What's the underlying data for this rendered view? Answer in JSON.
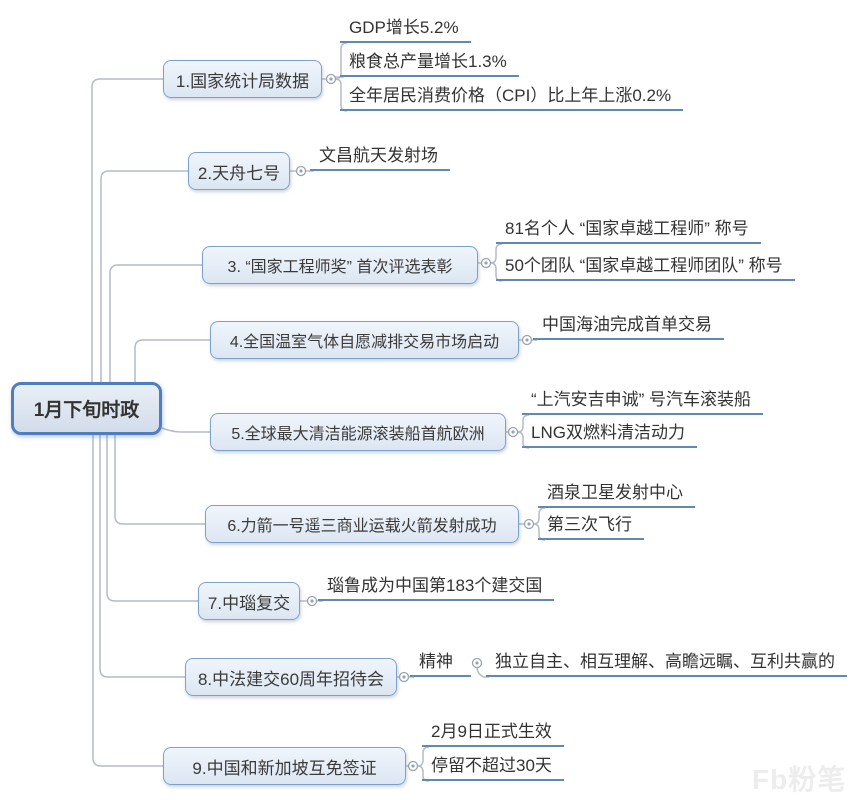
{
  "root": {
    "label": "1月下旬时政"
  },
  "watermark": "Fb粉笔",
  "colors": {
    "root_border": "#4d7ec0",
    "topic_border": "#7ca2cc",
    "topic_fill": "#dce6f2",
    "leaf_underline": "#6288b8",
    "connector": "#b4bcc8",
    "text": "#3a3a3a"
  },
  "branches": [
    {
      "label": "1.国家统计局数据",
      "children": [
        {
          "text": "GDP增长5.2%"
        },
        {
          "text": "粮食总产量增长1.3%"
        },
        {
          "text": "全年居民消费价格（CPI）比上年上涨0.2%"
        }
      ]
    },
    {
      "label": "2.天舟七号",
      "children": [
        {
          "text": "文昌航天发射场"
        }
      ]
    },
    {
      "label": "3. “国家工程师奖” 首次评选表彰",
      "children": [
        {
          "text": "81名个人 “国家卓越工程师” 称号"
        },
        {
          "text": "50个团队 “国家卓越工程师团队” 称号"
        }
      ]
    },
    {
      "label": "4.全国温室气体自愿减排交易市场启动",
      "children": [
        {
          "text": "中国海油完成首单交易"
        }
      ]
    },
    {
      "label": "5.全球最大清洁能源滚装船首航欧洲",
      "children": [
        {
          "text": "“上汽安吉申诚” 号汽车滚装船"
        },
        {
          "text": "LNG双燃料清洁动力"
        }
      ]
    },
    {
      "label": "6.力箭一号遥三商业运载火箭发射成功",
      "children": [
        {
          "text": "酒泉卫星发射中心"
        },
        {
          "text": "第三次飞行"
        }
      ]
    },
    {
      "label": "7.中瑙复交",
      "children": [
        {
          "text": "瑙鲁成为中国第183个建交国"
        }
      ]
    },
    {
      "label": "8.中法建交60周年招待会",
      "children": [
        {
          "text": "精神",
          "children": [
            {
              "text": "独立自主、相互理解、高瞻远瞩、互利共赢的"
            }
          ]
        }
      ]
    },
    {
      "label": "9.中国和新加坡互免签证",
      "children": [
        {
          "text": "2月9日正式生效"
        },
        {
          "text": "停留不超过30天"
        }
      ]
    }
  ]
}
